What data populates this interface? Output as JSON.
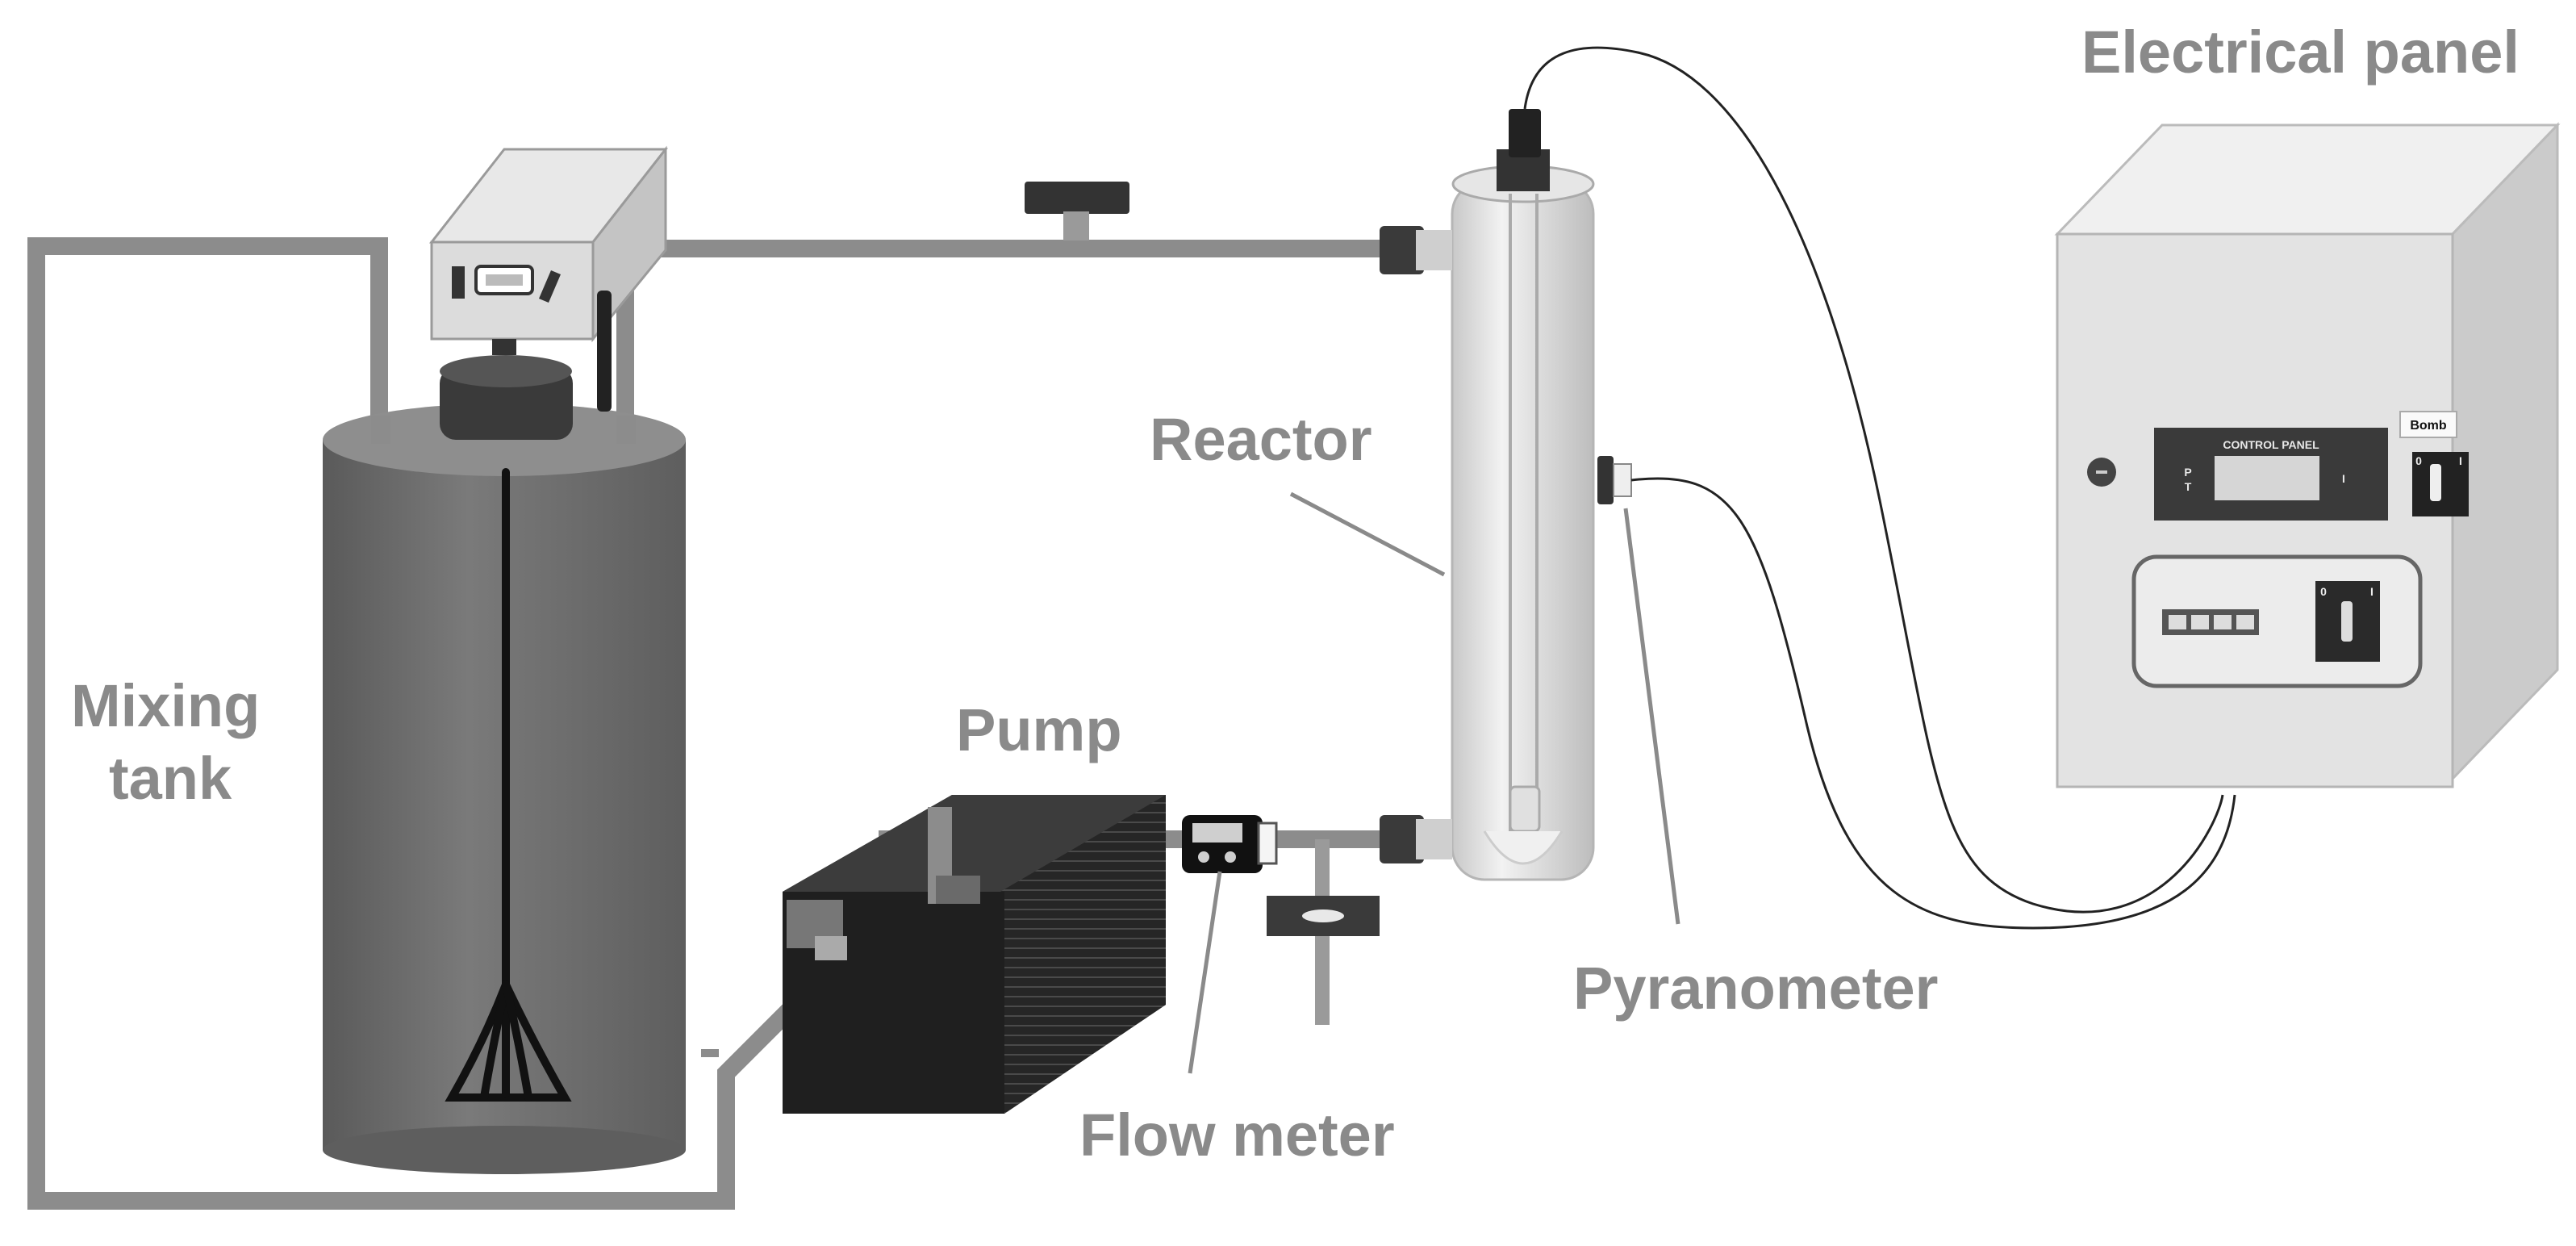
{
  "labels": {
    "electrical_panel": "Electrical panel",
    "reactor": "Reactor",
    "mixing_tank_line1": "Mixing",
    "mixing_tank_line2": "tank",
    "pump": "Pump",
    "pyranometer": "Pyranometer",
    "flow_meter": "Flow meter"
  },
  "panel": {
    "control_panel_label": "CONTROL PANEL",
    "control_letter_p": "P",
    "control_letter_t": "T",
    "control_indicator": "I",
    "bomb_label": "Bomb",
    "selector_off": "0",
    "selector_on": "I",
    "breaker_off": "0",
    "breaker_on": "I"
  },
  "colors": {
    "label_gray": "#8a8a8a",
    "pipe": "#8c8c8c",
    "tank": "#6e6e6e",
    "pump_body": "#2a2a2a",
    "reactor": "#dcdcdc",
    "panel": "#e3e3e3"
  }
}
